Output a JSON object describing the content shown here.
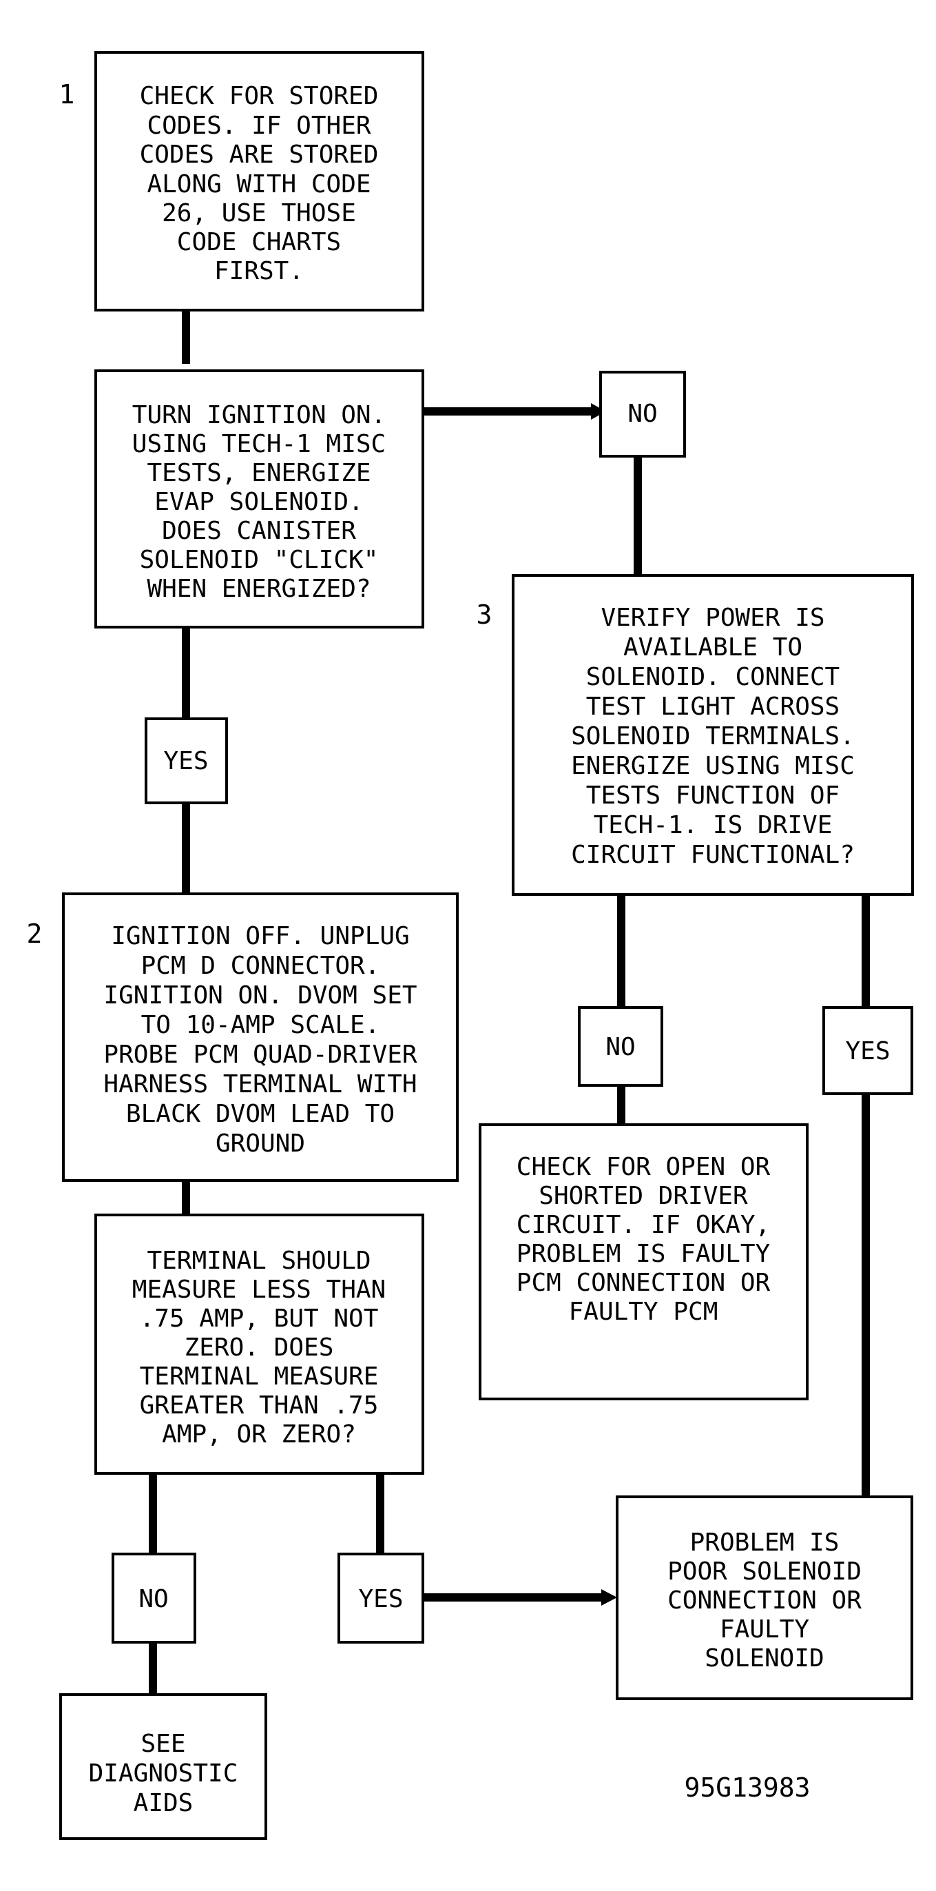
{
  "step1": {
    "number": "1",
    "lines": [
      "CHECK FOR STORED",
      "CODES. IF OTHER",
      "CODES ARE STORED",
      "ALONG WITH CODE",
      "26, USE THOSE",
      "CODE CHARTS",
      "FIRST."
    ]
  },
  "step_ignition": {
    "lines": [
      "TURN IGNITION ON.",
      "USING TECH-1 MISC",
      "TESTS, ENERGIZE",
      "EVAP SOLENOID.",
      "DOES CANISTER",
      "SOLENOID \"CLICK\"",
      "WHEN ENERGIZED?"
    ]
  },
  "no_1": "NO",
  "yes_1": "YES",
  "step3": {
    "number": "3",
    "lines": [
      "VERIFY POWER IS",
      "AVAILABLE TO",
      "SOLENOID. CONNECT",
      "TEST LIGHT ACROSS",
      "SOLENOID TERMINALS.",
      "ENERGIZE USING MISC",
      "TESTS FUNCTION OF",
      "TECH-1. IS DRIVE",
      "CIRCUIT FUNCTIONAL?"
    ]
  },
  "step2": {
    "number": "2",
    "lines": [
      "IGNITION OFF. UNPLUG",
      "PCM D CONNECTOR.",
      "IGNITION ON. DVOM SET",
      "TO 10-AMP SCALE.",
      "PROBE PCM QUAD-DRIVER",
      "HARNESS TERMINAL WITH",
      "BLACK DVOM LEAD TO",
      "GROUND"
    ]
  },
  "no_2": "NO",
  "yes_2": "YES",
  "check_open": {
    "lines": [
      "CHECK FOR OPEN OR",
      "SHORTED DRIVER",
      "CIRCUIT. IF OKAY,",
      "PROBLEM IS FAULTY",
      "PCM CONNECTION OR",
      "FAULTY PCM"
    ]
  },
  "terminal": {
    "lines": [
      "TERMINAL SHOULD",
      "MEASURE LESS THAN",
      ".75 AMP, BUT NOT",
      "ZERO. DOES",
      "TERMINAL MEASURE",
      "GREATER THAN .75",
      "AMP, OR ZERO?"
    ]
  },
  "no_3": "NO",
  "yes_3": "YES",
  "problem": {
    "lines": [
      "PROBLEM IS",
      "POOR SOLENOID",
      "CONNECTION OR",
      "FAULTY",
      "SOLENOID"
    ]
  },
  "diag": {
    "lines": [
      "SEE",
      "DIAGNOSTIC",
      "AIDS"
    ]
  },
  "reference": "95G13983"
}
